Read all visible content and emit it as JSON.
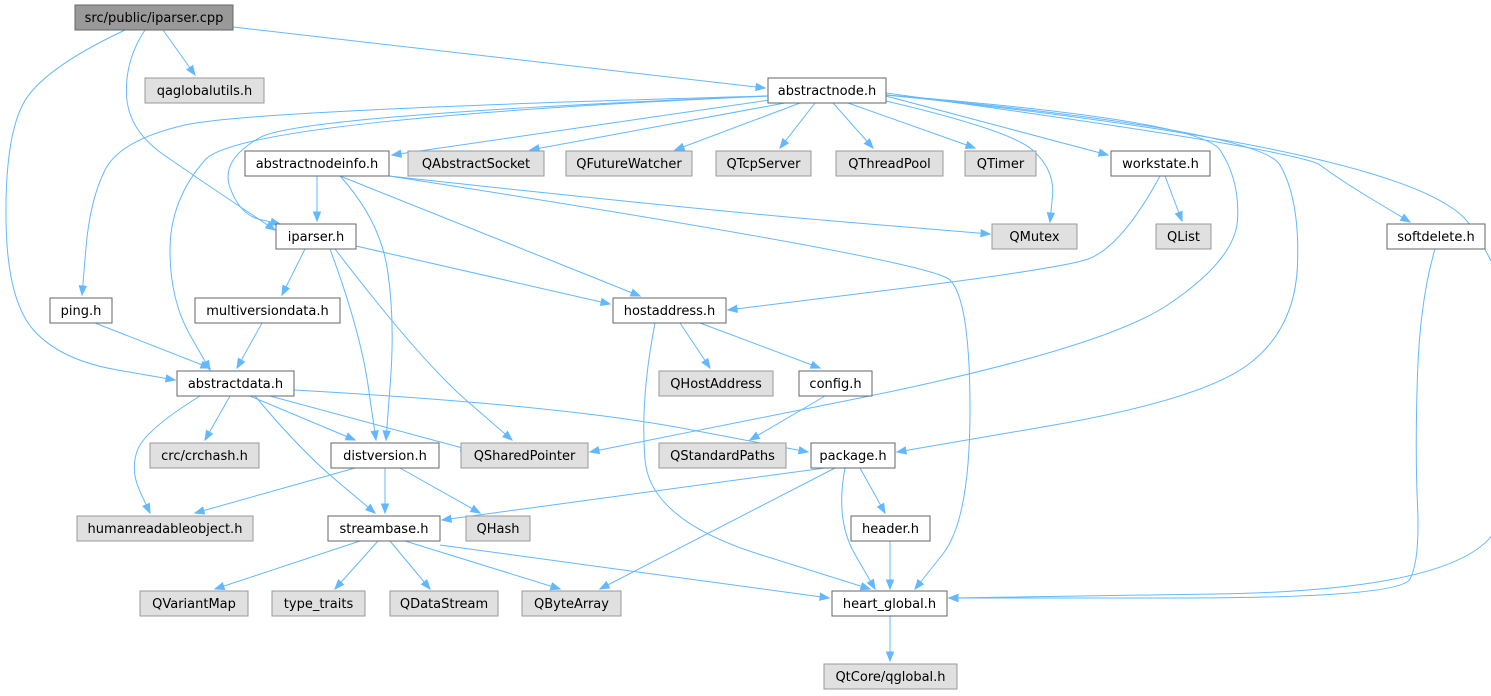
{
  "colors": {
    "edge": "#63b8ff",
    "root_fill": "#999999",
    "root_stroke": "#666666",
    "file_fill": "#ffffff",
    "file_stroke": "#666666",
    "external_fill": "#e0e0e0",
    "external_stroke": "#999999",
    "text": "#000000"
  },
  "nodes": [
    {
      "id": "iparser_cpp",
      "label": "src/public/iparser.cpp",
      "kind": "root"
    },
    {
      "id": "qaglobalutils",
      "label": "qaglobalutils.h",
      "kind": "external"
    },
    {
      "id": "abstractnode",
      "label": "abstractnode.h",
      "kind": "file"
    },
    {
      "id": "abstractnodeinfo",
      "label": "abstractnodeinfo.h",
      "kind": "file"
    },
    {
      "id": "qabstractsocket",
      "label": "QAbstractSocket",
      "kind": "external"
    },
    {
      "id": "qfuturewatcher",
      "label": "QFutureWatcher",
      "kind": "external"
    },
    {
      "id": "qtcpserver",
      "label": "QTcpServer",
      "kind": "external"
    },
    {
      "id": "qthreadpool",
      "label": "QThreadPool",
      "kind": "external"
    },
    {
      "id": "qtimer",
      "label": "QTimer",
      "kind": "external"
    },
    {
      "id": "workstate",
      "label": "workstate.h",
      "kind": "file"
    },
    {
      "id": "iparser_h",
      "label": "iparser.h",
      "kind": "file"
    },
    {
      "id": "qmutex",
      "label": "QMutex",
      "kind": "external"
    },
    {
      "id": "qlist",
      "label": "QList",
      "kind": "external"
    },
    {
      "id": "softdelete",
      "label": "softdelete.h",
      "kind": "file"
    },
    {
      "id": "ping",
      "label": "ping.h",
      "kind": "file"
    },
    {
      "id": "multiversiondata",
      "label": "multiversiondata.h",
      "kind": "file"
    },
    {
      "id": "hostaddress",
      "label": "hostaddress.h",
      "kind": "file"
    },
    {
      "id": "abstractdata",
      "label": "abstractdata.h",
      "kind": "file"
    },
    {
      "id": "qhostaddress",
      "label": "QHostAddress",
      "kind": "external"
    },
    {
      "id": "config",
      "label": "config.h",
      "kind": "file"
    },
    {
      "id": "crchash",
      "label": "crc/crchash.h",
      "kind": "external"
    },
    {
      "id": "distversion",
      "label": "distversion.h",
      "kind": "file"
    },
    {
      "id": "qsharedpointer",
      "label": "QSharedPointer",
      "kind": "external"
    },
    {
      "id": "qstandardpaths",
      "label": "QStandardPaths",
      "kind": "external"
    },
    {
      "id": "package",
      "label": "package.h",
      "kind": "file"
    },
    {
      "id": "humanreadable",
      "label": "humanreadableobject.h",
      "kind": "external"
    },
    {
      "id": "streambase",
      "label": "streambase.h",
      "kind": "file"
    },
    {
      "id": "qhash",
      "label": "QHash",
      "kind": "external"
    },
    {
      "id": "header",
      "label": "header.h",
      "kind": "file"
    },
    {
      "id": "qvariantmap",
      "label": "QVariantMap",
      "kind": "external"
    },
    {
      "id": "typetraits",
      "label": "type_traits",
      "kind": "external"
    },
    {
      "id": "qdatastream",
      "label": "QDataStream",
      "kind": "external"
    },
    {
      "id": "qbytearray",
      "label": "QByteArray",
      "kind": "external"
    },
    {
      "id": "heartglobal",
      "label": "heart_global.h",
      "kind": "file"
    },
    {
      "id": "qglobal",
      "label": "QtCore/qglobal.h",
      "kind": "external"
    }
  ]
}
